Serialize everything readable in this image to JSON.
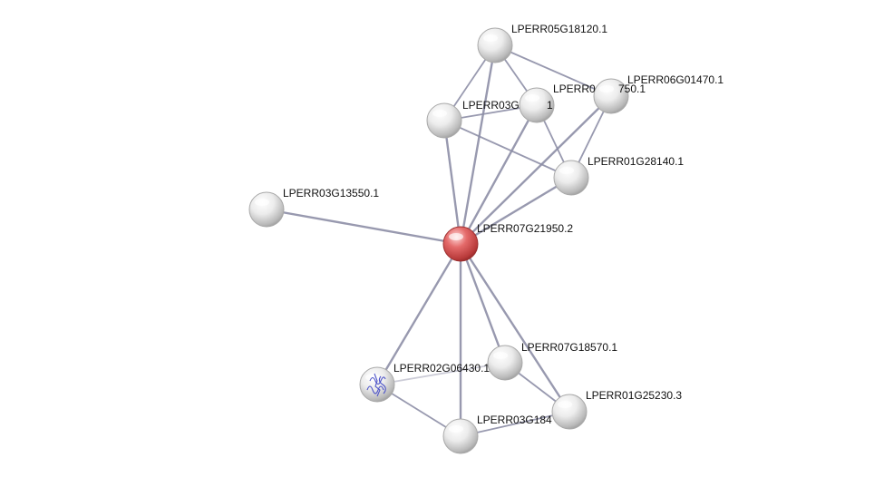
{
  "network": {
    "nodes": [
      {
        "id": "n05g18120",
        "label": "LPERR05G18120.1",
        "query": false,
        "structure": false
      },
      {
        "id": "n03g_a",
        "label": "LPERR03G",
        "query": false,
        "structure": false
      },
      {
        "id": "n0x",
        "label": "LPERR0",
        "query": false,
        "structure": false
      },
      {
        "id": "n0x_tail",
        "label": "750.1",
        "query": false,
        "structure": false
      },
      {
        "id": "n03g_a_tail",
        "label": "1",
        "query": false,
        "structure": false
      },
      {
        "id": "n06g01470",
        "label": "LPERR06G01470.1",
        "query": false,
        "structure": false
      },
      {
        "id": "n01g28140",
        "label": "LPERR01G28140.1",
        "query": false,
        "structure": false
      },
      {
        "id": "n03g13550",
        "label": "LPERR03G13550.1",
        "query": false,
        "structure": false
      },
      {
        "id": "n07g21950",
        "label": "LPERR07G21950.2",
        "query": true,
        "structure": false
      },
      {
        "id": "n07g18570",
        "label": "LPERR07G18570.1",
        "query": false,
        "structure": false
      },
      {
        "id": "n02g06430",
        "label": "LPERR02G06430.1",
        "query": false,
        "structure": true
      },
      {
        "id": "n01g25230",
        "label": "LPERR01G25230.3",
        "query": false,
        "structure": false
      },
      {
        "id": "n03g184",
        "label": "LPERR03G184",
        "query": false,
        "structure": false
      }
    ],
    "edges": [
      [
        "n07g21950",
        "n03g13550"
      ],
      [
        "n07g21950",
        "n03g_a"
      ],
      [
        "n07g21950",
        "n05g18120"
      ],
      [
        "n07g21950",
        "n0x"
      ],
      [
        "n07g21950",
        "n06g01470"
      ],
      [
        "n07g21950",
        "n01g28140"
      ],
      [
        "n07g21950",
        "n02g06430"
      ],
      [
        "n07g21950",
        "n03g184"
      ],
      [
        "n07g21950",
        "n07g18570"
      ],
      [
        "n07g21950",
        "n01g25230"
      ],
      [
        "n05g18120",
        "n03g_a"
      ],
      [
        "n05g18120",
        "n0x"
      ],
      [
        "n05g18120",
        "n06g01470"
      ],
      [
        "n03g_a",
        "n0x"
      ],
      [
        "n03g_a",
        "n01g28140"
      ],
      [
        "n0x",
        "n01g28140"
      ],
      [
        "n06g01470",
        "n01g28140"
      ],
      [
        "n02g06430",
        "n07g18570"
      ],
      [
        "n02g06430",
        "n03g184"
      ],
      [
        "n07g18570",
        "n01g25230"
      ],
      [
        "n03g184",
        "n01g25230"
      ]
    ],
    "colors": {
      "edge": "#8d8ea6",
      "node_fill": "#efefef",
      "query_fill": "#d94c4c",
      "structure_ink": "#4f55c9"
    }
  }
}
